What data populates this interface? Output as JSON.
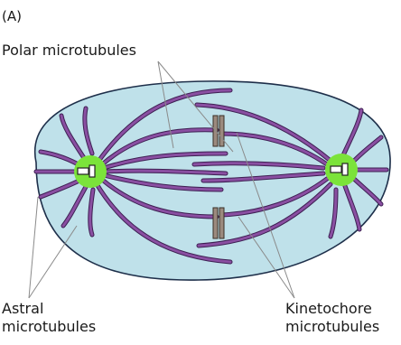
{
  "panel_label": "(A)",
  "labels": {
    "polar": "Polar microtubules",
    "astral": [
      "Astral",
      "microtubules"
    ],
    "kinetochore": [
      "Kinetochore",
      "microtubules"
    ]
  },
  "colors": {
    "cell_fill": "#bfe1ea",
    "cell_stroke": "#1e2f4a",
    "microtubule": "#8a4fa2",
    "microtubule_edge": "#3d1f52",
    "centrosome": "#7be33a",
    "kinetochore": "#9b8a7e",
    "pointer": "#8a8a8a"
  }
}
